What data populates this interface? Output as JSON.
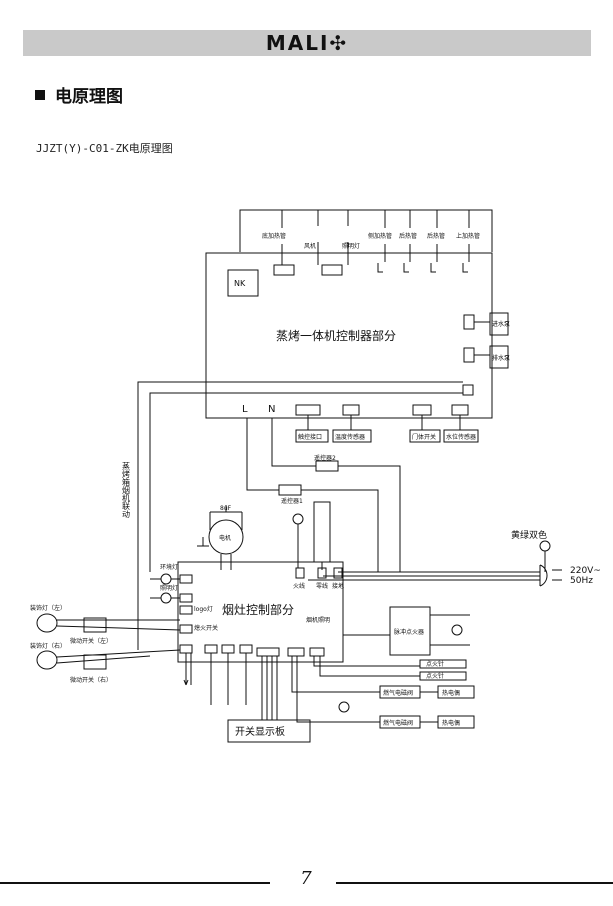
{
  "brand": "MALI✣",
  "section_title": "电原理图",
  "caption": "JJZT(Y)-C01-ZK电原理图",
  "page_number": "7",
  "diagram": {
    "top_boxes": [
      "底加热管",
      "侧加热管",
      "后热管",
      "后热管",
      "上加热管"
    ],
    "motor_label": "风机",
    "lamp_label": "照明灯",
    "nk_label": "NK",
    "steam_controller_title": "蒸烤一体机控制器部分",
    "water_valves": [
      "进水泵",
      "排水泵"
    ],
    "l_label": "L",
    "n_label": "N",
    "bottom_boxes": [
      "触控接口",
      "温度传感器",
      "门体开关",
      "水位传感器"
    ],
    "side_label": "蒸烤箱烟机联动",
    "remote1": "遥控器2",
    "remote2": "遥控器1",
    "motor2": "电机",
    "cap": "8uF",
    "relay_label": "烟机照明",
    "hood_controller_title": "烟灶控制部分",
    "light_labels": [
      "环境灯",
      "照明灯"
    ],
    "logo_lamp": "logo灯",
    "fire_switch": "熄火开关",
    "ignition_box": "脉冲点火器",
    "igniters": [
      "点火针",
      "点火针"
    ],
    "left_lamps": [
      "装饰灯（左）",
      "装饰灯（右）"
    ],
    "micro_switches": [
      "微动开关（左）",
      "微动开关（右）"
    ],
    "display_board": "开关显示板",
    "gas_valves": [
      "燃气电磁阀",
      "燃气电磁阀"
    ],
    "thermocouples": [
      "热电偶",
      "热电偶"
    ],
    "power_label": "黄绿双色",
    "power_spec": [
      "220V~",
      "50Hz"
    ],
    "terminal_labels": [
      "火线",
      "零线",
      "接地"
    ]
  }
}
